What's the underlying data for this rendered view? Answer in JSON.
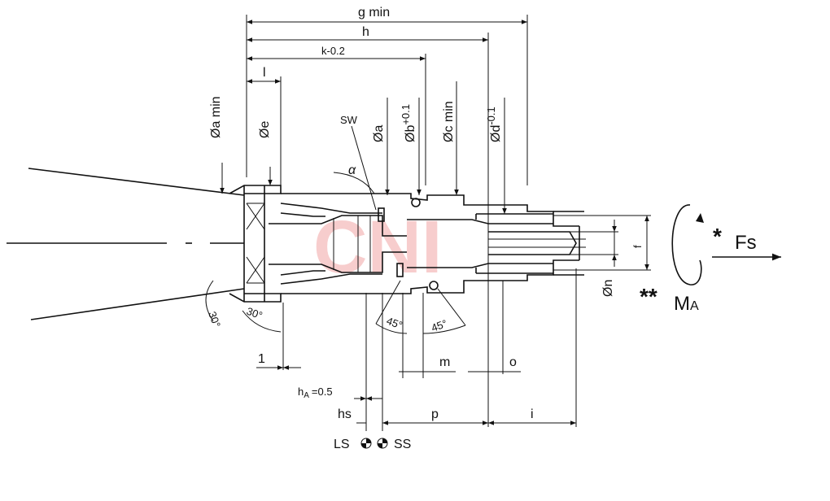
{
  "drawing": {
    "dimensions": {
      "g_min": "g min",
      "h": "h",
      "k": "k-0.2",
      "l_top": "l",
      "l_bottom": "1",
      "m": "m",
      "o": "o",
      "p": "p",
      "i": "i",
      "hs": "hs",
      "ha_base": "h",
      "ha_sub": "A",
      "ha_value": "=0.5",
      "f": "f",
      "n": "Øn"
    },
    "diameters": {
      "a_min": "Øa min",
      "e": "Øe",
      "a": "Øa",
      "b": "Øb",
      "b_tol": "+0.1",
      "c_min": "Øc min",
      "d": "Ød",
      "d_tol": "-0.1"
    },
    "labels": {
      "sw": "SW",
      "alpha": "α",
      "angle_30_left": "30°",
      "angle_30_right": "30°",
      "angle_45_left": "45°",
      "angle_45_right": "45°",
      "ls": "LS",
      "ss": "SS",
      "star_single": "*",
      "fs": "Fs",
      "star_double": "**",
      "ma_base": "M",
      "ma_sub": "A",
      "watermark": "CNI"
    },
    "colors": {
      "line": "#111111",
      "watermark": "#f2a5a5"
    }
  }
}
